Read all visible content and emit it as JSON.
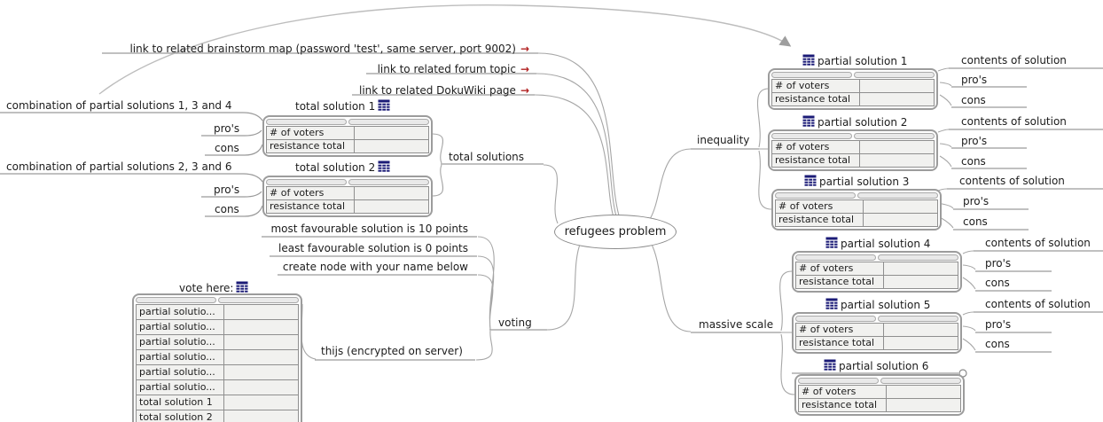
{
  "root": {
    "label": "refugees problem"
  },
  "links": [
    {
      "label": "link to related brainstorm map (password 'test', same server, port 9002)",
      "arrow": "→"
    },
    {
      "label": "link to related forum topic",
      "arrow": "→"
    },
    {
      "label": "link to related DokuWiki page",
      "arrow": "→"
    }
  ],
  "left_branch": {
    "label": "total solutions",
    "solutions": [
      {
        "combination": "combination of partial solutions 1, 3 and 4",
        "title": "total solution 1",
        "pros": "pro's",
        "cons": "cons",
        "table": {
          "rows": [
            {
              "label": "# of voters",
              "value": ""
            },
            {
              "label": "resistance total",
              "value": ""
            }
          ]
        }
      },
      {
        "combination": "combination of partial solutions 2, 3 and 6",
        "title": "total solution 2",
        "pros": "pro's",
        "cons": "cons",
        "table": {
          "rows": [
            {
              "label": "# of voters",
              "value": ""
            },
            {
              "label": "resistance total",
              "value": ""
            }
          ]
        }
      }
    ]
  },
  "voting_branch": {
    "label": "voting",
    "rules": [
      "most favourable solution is 10 points",
      "least favourable solution is 0 points",
      "create node with your name below"
    ],
    "voter": "thijs (encrypted on server)",
    "vote_table": {
      "title": "vote here:",
      "rows": [
        {
          "label": "partial solutio...",
          "value": ""
        },
        {
          "label": "partial solutio...",
          "value": ""
        },
        {
          "label": "partial solutio...",
          "value": ""
        },
        {
          "label": "partial solutio...",
          "value": ""
        },
        {
          "label": "partial solutio...",
          "value": ""
        },
        {
          "label": "partial solutio...",
          "value": ""
        },
        {
          "label": "total solution 1",
          "value": ""
        },
        {
          "label": "total solution 2",
          "value": ""
        }
      ]
    }
  },
  "right_branches": [
    {
      "label": "inequality",
      "partials": [
        {
          "title": "partial solution 1",
          "contents": "contents of solution",
          "pros": "pro's",
          "cons": "cons",
          "table": {
            "rows": [
              {
                "label": "# of voters",
                "value": ""
              },
              {
                "label": "resistance total",
                "value": ""
              }
            ]
          }
        },
        {
          "title": "partial solution 2",
          "contents": "contents of solution",
          "pros": "pro's",
          "cons": "cons",
          "table": {
            "rows": [
              {
                "label": "# of voters",
                "value": ""
              },
              {
                "label": "resistance total",
                "value": ""
              }
            ]
          }
        },
        {
          "title": "partial solution 3",
          "contents": "contents of solution",
          "pros": "pro's",
          "cons": "cons",
          "table": {
            "rows": [
              {
                "label": "# of voters",
                "value": ""
              },
              {
                "label": "resistance total",
                "value": ""
              }
            ]
          }
        }
      ]
    },
    {
      "label": "massive scale",
      "partials": [
        {
          "title": "partial solution 4",
          "contents": "contents of solution",
          "pros": "pro's",
          "cons": "cons",
          "table": {
            "rows": [
              {
                "label": "# of voters",
                "value": ""
              },
              {
                "label": "resistance total",
                "value": ""
              }
            ]
          }
        },
        {
          "title": "partial solution 5",
          "contents": "contents of solution",
          "pros": "pro's",
          "cons": "cons",
          "table": {
            "rows": [
              {
                "label": "# of voters",
                "value": ""
              },
              {
                "label": "resistance total",
                "value": ""
              }
            ]
          }
        },
        {
          "title": "partial solution 6",
          "collapsed": true,
          "table": {
            "rows": [
              {
                "label": "# of voters",
                "value": ""
              },
              {
                "label": "resistance total",
                "value": ""
              }
            ]
          }
        }
      ]
    }
  ],
  "icons": {
    "node_table_icon": "table-grid",
    "link_arrow_icon": "red-arrow-right"
  },
  "colors": {
    "edge": "#a6a6a6",
    "link_arrow": "#b22222",
    "table_icon": "#1b1b77",
    "cell_fill": "#f1f1ef"
  }
}
